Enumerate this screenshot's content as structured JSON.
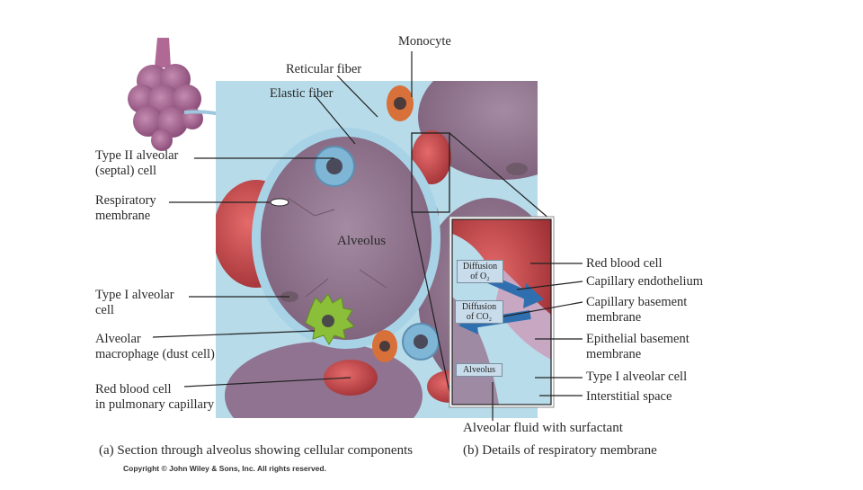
{
  "labels_left": {
    "type2_cell": "Type II alveolar\n(septal) cell",
    "respiratory_membrane": "Respiratory\nmembrane",
    "type1_cell": "Type I alveolar\ncell",
    "macrophage": "Alveolar\nmacrophage (dust cell)",
    "rbc_capillary": "Red blood cell\nin pulmonary capillary"
  },
  "labels_top": {
    "monocyte": "Monocyte",
    "reticular_fiber": "Reticular fiber",
    "elastic_fiber": "Elastic fiber"
  },
  "labels_center": {
    "alveolus": "Alveolus"
  },
  "labels_right": {
    "red_blood_cell": "Red blood cell",
    "capillary_endothelium": "Capillary endothelium",
    "capillary_basement": "Capillary basement\nmembrane",
    "epithelial_basement": "Epithelial basement\nmembrane",
    "type1_cell_right": "Type I alveolar cell",
    "interstitial_space": "Interstitial space"
  },
  "inset_labels": {
    "diffusion_o2": "Diffusion\nof O₂",
    "diffusion_co2": "Diffusion\nof CO₂",
    "alveolus_inset": "Alveolus"
  },
  "bottom": {
    "alveolar_fluid": "Alveolar fluid with surfactant",
    "caption_a": "(a) Section through alveolus showing cellular components",
    "caption_b": "(b) Details of respiratory membrane",
    "copyright": "Copyright © John Wiley & Sons, Inc. All rights reserved."
  },
  "colors": {
    "interstitium": "#a9d6ea",
    "alveolus_wall": "#8f6f8a",
    "alveolus_lumen": "#9a7d97",
    "capillary_red": "#c84a4a",
    "type2_cell": "#7fb6d6",
    "macrophage": "#8bbf3a",
    "monocyte": "#d8703a",
    "arrow_blue": "#2f6fb0"
  }
}
